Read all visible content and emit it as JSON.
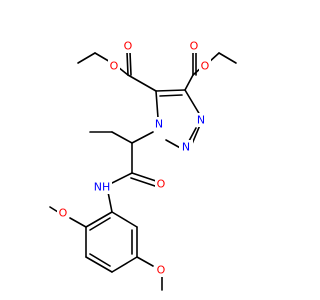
{
  "molecule": {
    "colors": {
      "O": "#ff0000",
      "N": "#0000ff",
      "bond": "#000000"
    },
    "atoms": [
      {
        "id": "o_me_a",
        "label": "O",
        "color": "O"
      },
      {
        "id": "o_me_b",
        "label": "O",
        "color": "O"
      },
      {
        "id": "o_co_a",
        "label": "O",
        "color": "O"
      },
      {
        "id": "o_co_b",
        "label": "O",
        "color": "O"
      },
      {
        "id": "n1",
        "label": "N",
        "color": "N"
      },
      {
        "id": "n2",
        "label": "N",
        "color": "N"
      },
      {
        "id": "n3",
        "label": "N",
        "color": "N"
      },
      {
        "id": "o_amide",
        "label": "O",
        "color": "O"
      },
      {
        "id": "nh",
        "label": "NH",
        "color": "N"
      },
      {
        "id": "o_ar1",
        "label": "O",
        "color": "O"
      },
      {
        "id": "o_ar2",
        "label": "O",
        "color": "O"
      }
    ]
  }
}
